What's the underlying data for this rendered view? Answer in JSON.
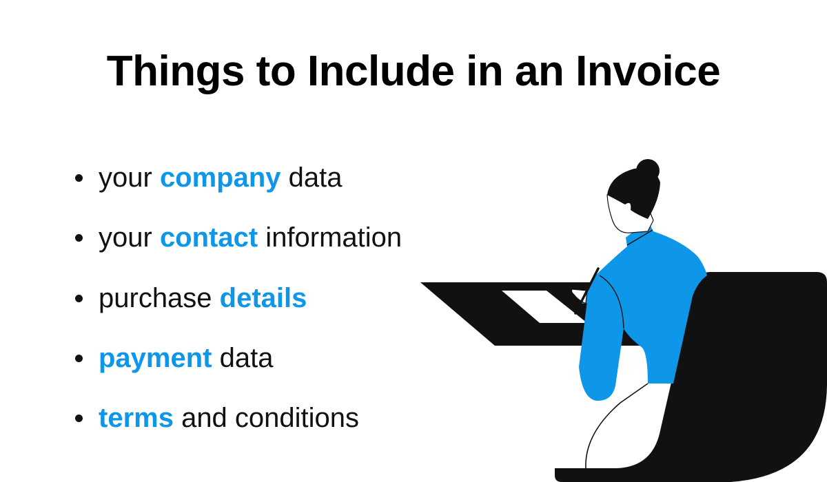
{
  "title": "Things to Include in an Invoice",
  "colors": {
    "accent": "#0e97e9",
    "ink": "#111111"
  },
  "items": [
    {
      "pre": "your ",
      "highlight": "company",
      "post": " data"
    },
    {
      "pre": "your ",
      "highlight": "contact",
      "post": " information"
    },
    {
      "pre": "purchase ",
      "highlight": "details",
      "post": ""
    },
    {
      "pre": "",
      "highlight": "payment",
      "post": " data"
    },
    {
      "pre": "",
      "highlight": "terms",
      "post": " and conditions"
    }
  ],
  "illustration": {
    "icon": "woman-writing-at-desk-illustration"
  }
}
